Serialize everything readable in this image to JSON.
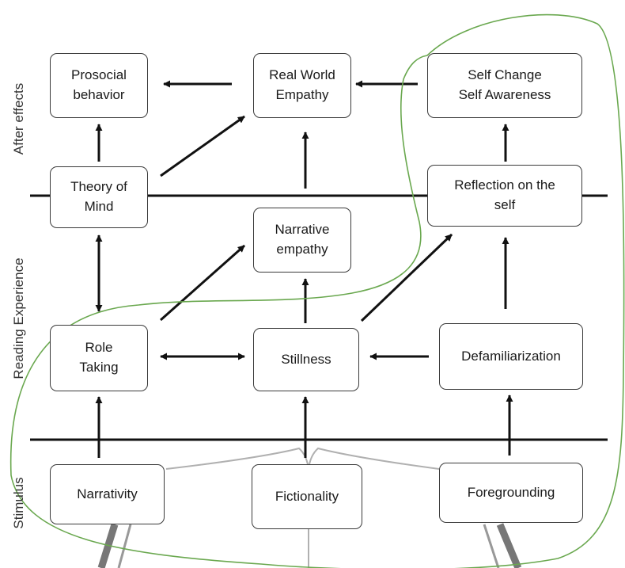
{
  "side_labels": {
    "after_effects": "After effects",
    "reading_experience": "Reading Experience",
    "stimulus": "Stimulus"
  },
  "nodes": {
    "prosocial": "Prosocial\nbehavior",
    "real_world_empathy": "Real World\nEmpathy",
    "self_change": "Self Change\nSelf Awareness",
    "theory_of_mind": "Theory of\nMind",
    "reflection": "Reflection on the\nself",
    "narrative_empathy": "Narrative\nempathy",
    "role_taking": "Role\nTaking",
    "stillness": "Stillness",
    "defamiliarization": "Defamiliarization",
    "narrativity": "Narrativity",
    "fictionality": "Fictionality",
    "foregrounding": "Foregrounding"
  },
  "colors": {
    "line": "#111111",
    "box_border": "#3a3a3a",
    "highlight_loop": "#6aa84f",
    "background_graphic": "#b0b0b0"
  }
}
